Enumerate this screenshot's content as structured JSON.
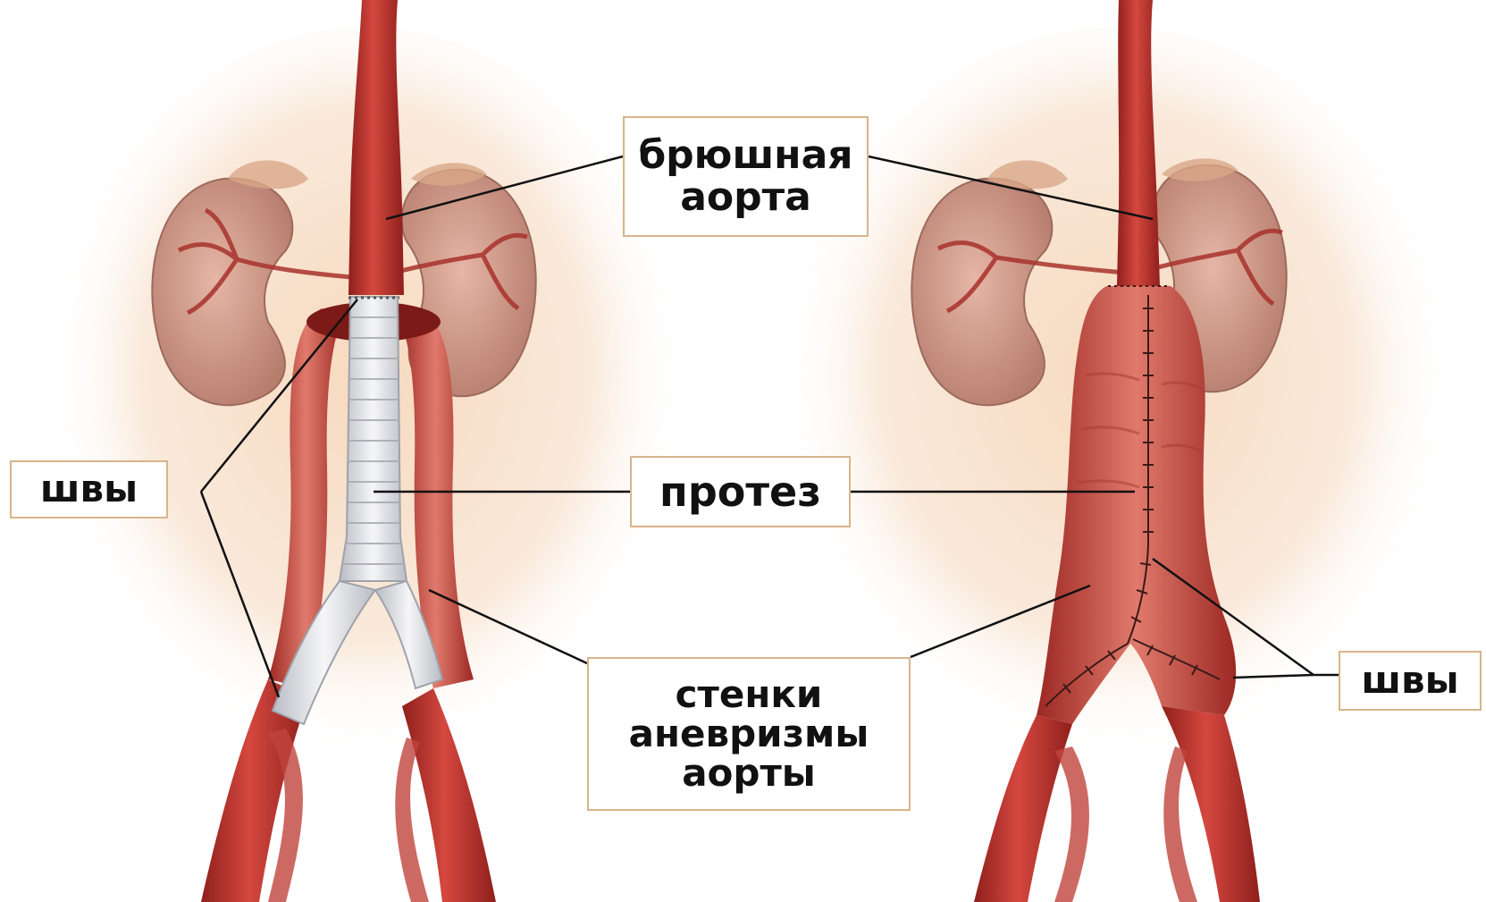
{
  "labels": {
    "aorta_line1": "брюшная",
    "aorta_line2": "аорта",
    "prosthesis": "протез",
    "walls_line1": "стенки",
    "walls_line2": "аневризмы",
    "walls_line3": "аорты",
    "sutures_left": "швы",
    "sutures_right": "швы"
  },
  "colors": {
    "artery": "#b8322c",
    "artery_light": "#d85a4e",
    "kidney": "#c89080",
    "graft": "#e8e8ea",
    "glow": "#f2c8a4",
    "label_border": "#d8b48a"
  }
}
